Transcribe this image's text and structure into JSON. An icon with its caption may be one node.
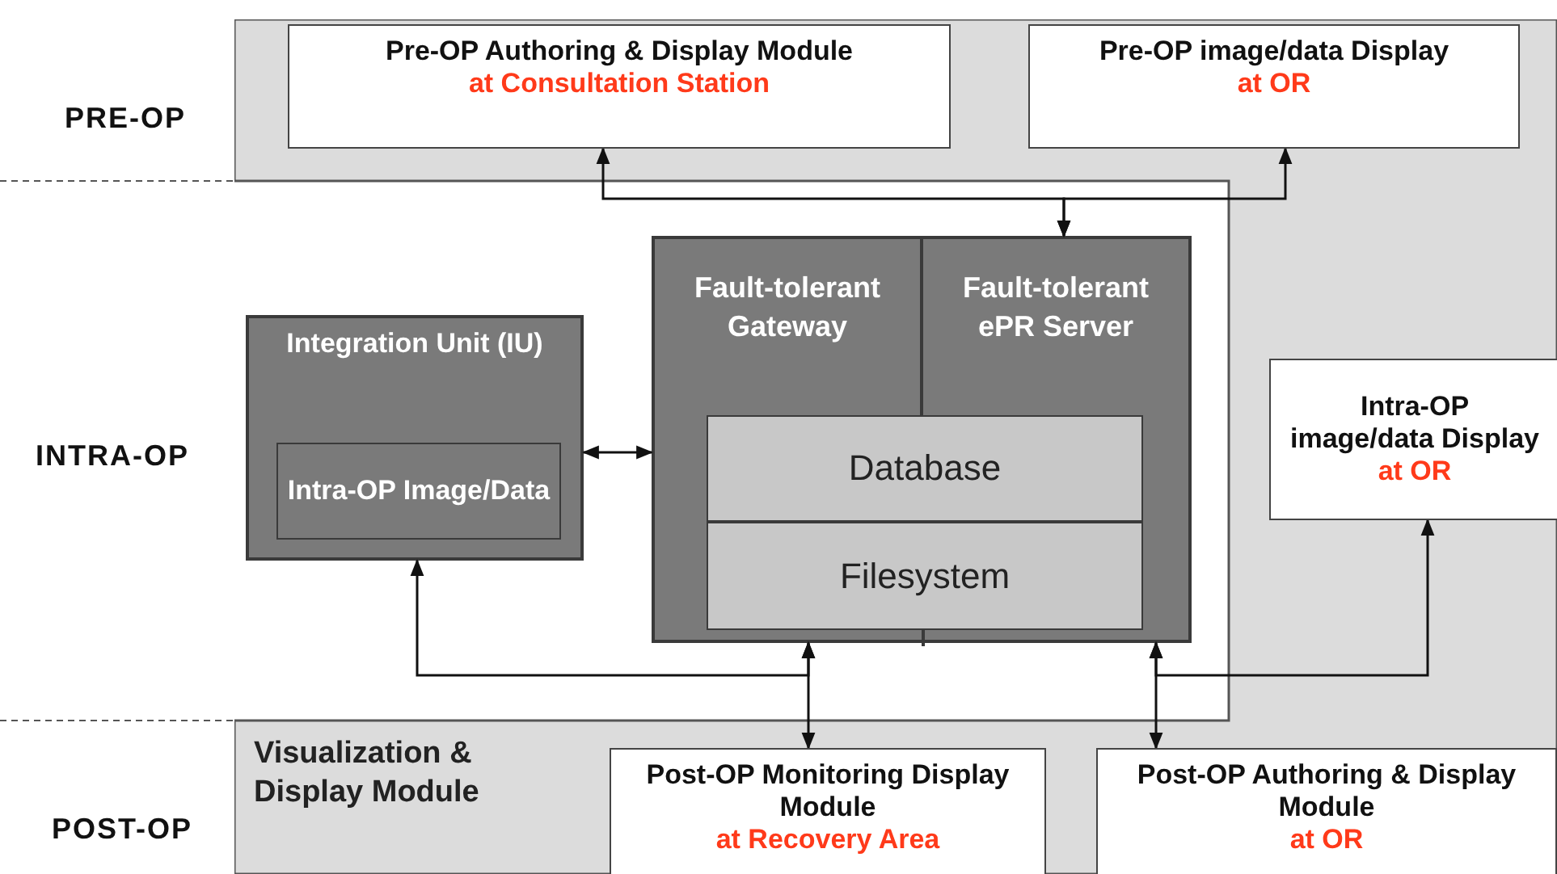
{
  "diagram": {
    "nodes": [
      {
        "text": [
          "Visualization & Display Module"
        ]
      },
      {
        "text": [
          "Pre-OP Authoring & Display Module",
          "at Consultation Station"
        ],
        "in": 0
      },
      {
        "text": [
          "Pre-OP image/data Display",
          "at OR"
        ],
        "in": 0
      },
      {
        "text": [
          "Integration Unit (IU)"
        ]
      },
      {
        "text": [
          "Intra-OP Image/Data"
        ],
        "in": 3
      },
      {
        "text": [],
        "shape": "box"
      },
      {
        "text": [
          "Fault-tolerant Gateway"
        ],
        "in": 5
      },
      {
        "text": [
          "Fault-tolerant ePR Server"
        ],
        "in": 5
      },
      {
        "text": [
          "Database"
        ],
        "in": 5
      },
      {
        "text": [
          "Filesystem"
        ],
        "in": 5
      },
      {
        "text": [
          "Intra-OP image/data Display",
          "at OR"
        ],
        "in": 0
      },
      {
        "text": [
          "Post-OP Monitoring Display Module",
          "at Recovery Area"
        ],
        "in": 0
      },
      {
        "text": [
          "Post-OP Authoring & Display Module",
          "at OR"
        ],
        "in": 0
      }
    ],
    "edges": [
      {
        "from": 5,
        "to": 1,
        "arrow": "both"
      },
      {
        "from": 5,
        "to": 2,
        "arrow": "both"
      },
      {
        "from": 3,
        "to": 5,
        "arrow": "both"
      },
      {
        "from": 5,
        "to": 3,
        "arrow": "both"
      },
      {
        "from": 5,
        "to": 10,
        "arrow": "both"
      },
      {
        "from": 5,
        "to": 11,
        "arrow": "both"
      },
      {
        "from": 5,
        "to": 12,
        "arrow": "both"
      }
    ],
    "labels": [
      "PRE-OP",
      "INTRA-OP",
      "POST-OP"
    ]
  }
}
